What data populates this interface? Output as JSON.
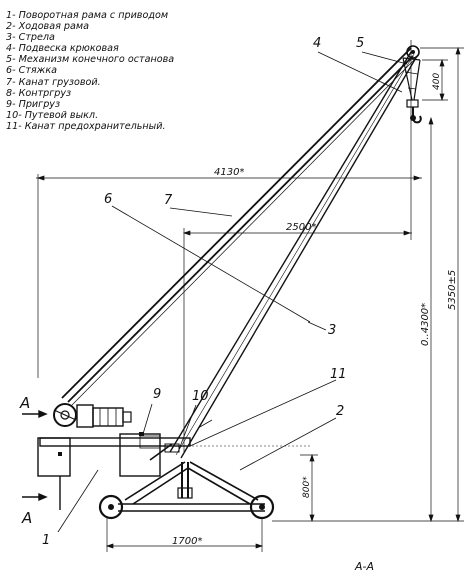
{
  "legend": [
    "1- Поворотная рама с приводом",
    "2- Ходовая рама",
    "3- Стрела",
    "4- Подвеска крюковая",
    "5- Механизм конечного останова",
    "6- Стяжка",
    "7- Канат грузовой.",
    "8- Контргруз",
    "9- Пригруз",
    "10- Путевой выкл.",
    "11- Канат предохранительный."
  ],
  "callouts": {
    "c1": "1",
    "c2": "2",
    "c3": "3",
    "c4": "4",
    "c5": "5",
    "c6": "6",
    "c7": "7",
    "c9": "9",
    "c10": "10",
    "c11": "11"
  },
  "dimensions": {
    "d4130": "4130*",
    "d2500": "2500*",
    "d400": "400",
    "d5350": "5350±5",
    "d4300": "0..4300*",
    "d800": "800*",
    "d1700": "1700*"
  },
  "section": {
    "arrow_top": "A",
    "arrow_bottom": "A",
    "caption": "А-А"
  }
}
